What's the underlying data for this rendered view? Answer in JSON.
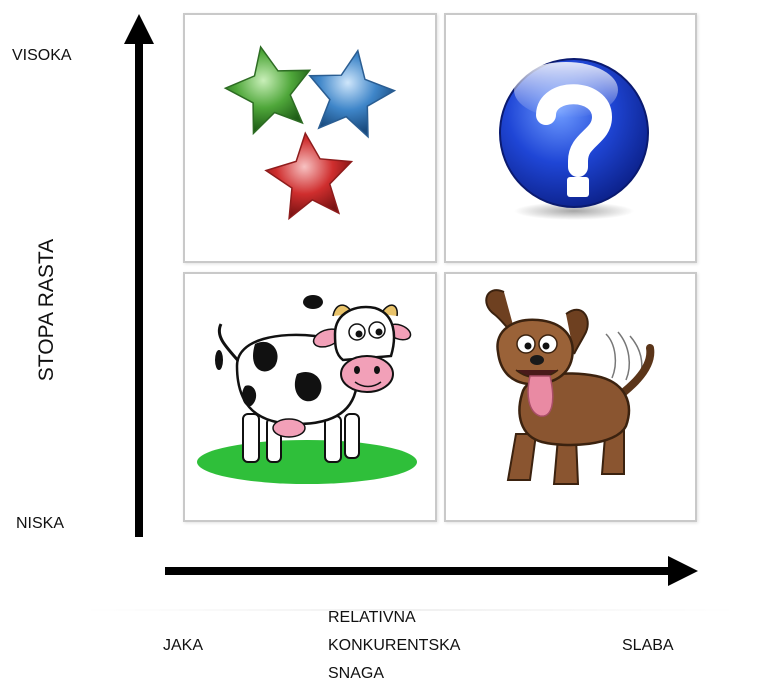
{
  "y_axis": {
    "title": "STOPA RASTA",
    "high_label": "VISOKA",
    "low_label": "NISKA"
  },
  "x_axis": {
    "title": "RELATIVNA KONKURENTSKA SNAGA",
    "strong_label": "JAKA",
    "weak_label": "SLABA"
  },
  "quadrants": [
    {
      "position": "top-left",
      "icon": "stars-icon",
      "colors": [
        "#3f9a2f",
        "#3a7fc3",
        "#d12b2b"
      ]
    },
    {
      "position": "top-right",
      "icon": "question-mark-icon",
      "colors": [
        "#1d3fc9"
      ]
    },
    {
      "position": "bottom-left",
      "icon": "cow-icon",
      "colors": [
        "#2fbf3a",
        "#111111",
        "#f2a0b8"
      ]
    },
    {
      "position": "bottom-right",
      "icon": "dog-icon",
      "colors": [
        "#8a5530",
        "#e98aa3"
      ]
    }
  ]
}
